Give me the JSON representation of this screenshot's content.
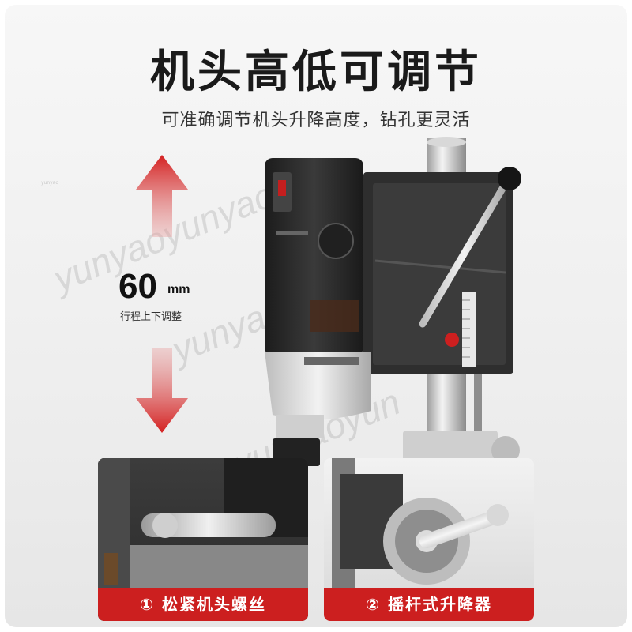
{
  "heading": {
    "title": "机头高低可调节",
    "subtitle": "可准确调节机头升降高度，钻孔更灵活"
  },
  "stroke": {
    "value": "60",
    "unit": "mm",
    "caption": "行程上下调整"
  },
  "small_mark": "yunyao",
  "watermark": "yunyaoyunyaoyun",
  "insets": [
    {
      "label": "① 松紧机头螺丝"
    },
    {
      "label": "② 摇杆式升降器"
    }
  ],
  "colors": {
    "accent_red": "#cc1f1f",
    "arrow_red": "#d42020",
    "machine_dark": "#2a2a2a"
  }
}
